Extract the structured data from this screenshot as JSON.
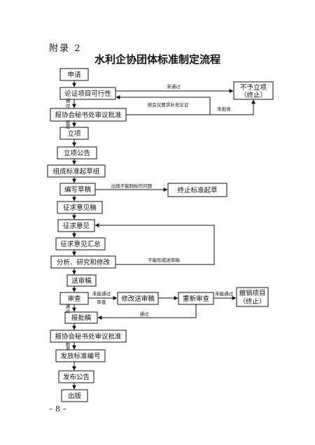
{
  "appendix_label": "附录 2",
  "title": "水利企协团体标准制定流程",
  "page_number": "– 8 –",
  "nodes": {
    "shenqing": "申请",
    "lunzheng": "论证项目可行性",
    "bao_xieshu_1": "报协会秘书处审议批准",
    "lixiang": "立项",
    "lixiang_gonggao": "立项公告",
    "zucheng": "组成标准起草组",
    "bianxie": "编写草稿",
    "zhongzhi": "终止标准起草",
    "zhengqiu_gao": "征求意见稿",
    "zhengqiu": "征求意见",
    "huizong": "征求意见汇总",
    "fenxi": "分析、研究和修改",
    "songshen": "送审稿",
    "shencha": "审查",
    "xiugai": "修改送审稿",
    "chongxin": "重新审查",
    "chexiao": "撤销项目",
    "chexiao_sub": "（终止）",
    "baopi": "报批稿",
    "bao_xieshu_2": "报协会秘书处审议批准",
    "fafang": "发放标准编号",
    "fabu": "发布公告",
    "chuban": "出版",
    "buyu": "不予立项",
    "buyu_sub": "（终止）"
  },
  "edges": {
    "weitongguo": "未通过",
    "buchong": "按会议要求补充论证",
    "tongguo_1": "通",
    "tongguo_2": "过",
    "weipizhun": "未批准",
    "pizhun_1a": "批",
    "pizhun_1b": "准",
    "chuxian": "出现不能制标的问题",
    "buneng_xingcheng": "不能形成送审稿",
    "buneng_tongguo_1": "未能通过",
    "buneng_tongguo_2": "审查",
    "weineng_tongguo": "未能通过",
    "tongguo_3": "通",
    "tongguo_4": "过",
    "tongguo_5": "通过",
    "pizhun_2a": "批",
    "pizhun_2b": "准"
  }
}
